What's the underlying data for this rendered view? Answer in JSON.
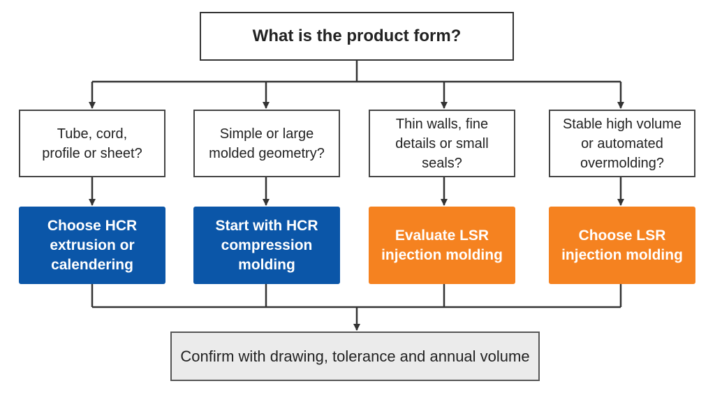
{
  "diagram": {
    "top_question": "What is the product form?",
    "branches": [
      {
        "question_lines": [
          "Tube, cord,",
          "profile or sheet?"
        ],
        "answer_lines": [
          "Choose HCR",
          "extrusion or",
          "calendering"
        ],
        "answer_color": "#0b56a8"
      },
      {
        "question_lines": [
          "Simple or large",
          "molded geometry?"
        ],
        "answer_lines": [
          "Start with HCR",
          "compression molding"
        ],
        "answer_color": "#0b56a8"
      },
      {
        "question_lines": [
          "Thin walls, fine",
          "details or small seals?"
        ],
        "answer_lines": [
          "Evaluate LSR",
          "injection molding"
        ],
        "answer_color": "#f58220"
      },
      {
        "question_lines": [
          "Stable high volume",
          "or automated",
          "overmolding?"
        ],
        "answer_lines": [
          "Choose LSR",
          "injection molding"
        ],
        "answer_color": "#f58220"
      }
    ],
    "confirm_text": "Confirm with drawing, tolerance and annual volume",
    "colors": {
      "line": "#333333",
      "hcr_blue": "#0b56a8",
      "lsr_orange": "#f58220",
      "confirm_fill": "#ebebeb"
    }
  }
}
